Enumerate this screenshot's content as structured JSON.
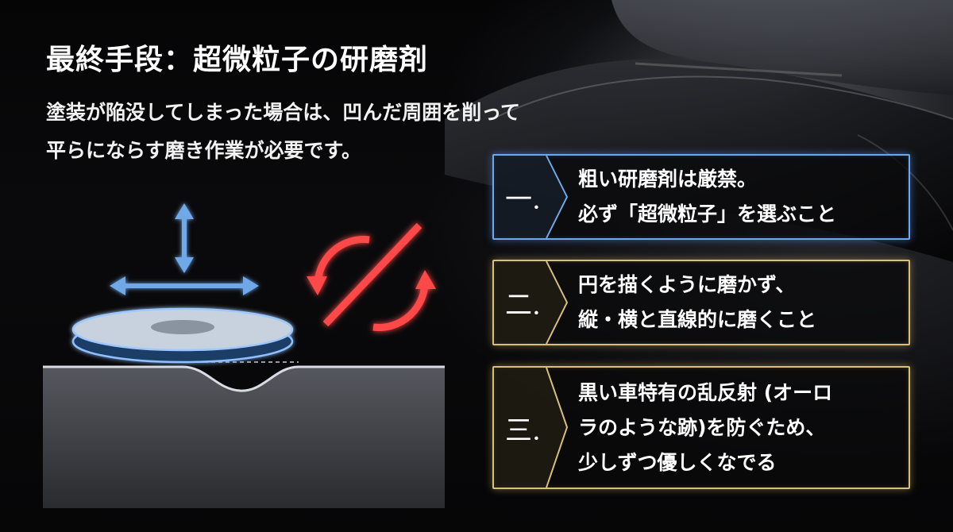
{
  "title": "最終手段：超微粒子の研磨剤",
  "subtitle": {
    "line1": "塗装が陥没してしまった場合は、凹んだ周囲を削って",
    "line2": "平らにならす磨き作業が必要です。"
  },
  "steps": [
    {
      "number": "一.",
      "lines": [
        "粗い研磨剤は厳禁。",
        "必ず「超微粒子」を選ぶこと"
      ],
      "accent": "#6fa8e8"
    },
    {
      "number": "二.",
      "lines": [
        "円を描くように磨かず、",
        "縦・横と直線的に磨くこと"
      ],
      "accent": "#d8c07a"
    },
    {
      "number": "三.",
      "lines": [
        "黒い車特有の乱反射 (オーロ",
        "ラのような跡)を防ぐため、",
        "少しずつ優しくなでる"
      ],
      "accent": "#d8c07a"
    }
  ],
  "illustration": {
    "pad_color": "#6fa8e8",
    "prohibited_icon": "no-circular-motion-icon",
    "prohibited_color": "#ff4a4a",
    "arrow_icons": [
      "vertical-arrow-icon",
      "horizontal-arrow-icon"
    ]
  }
}
